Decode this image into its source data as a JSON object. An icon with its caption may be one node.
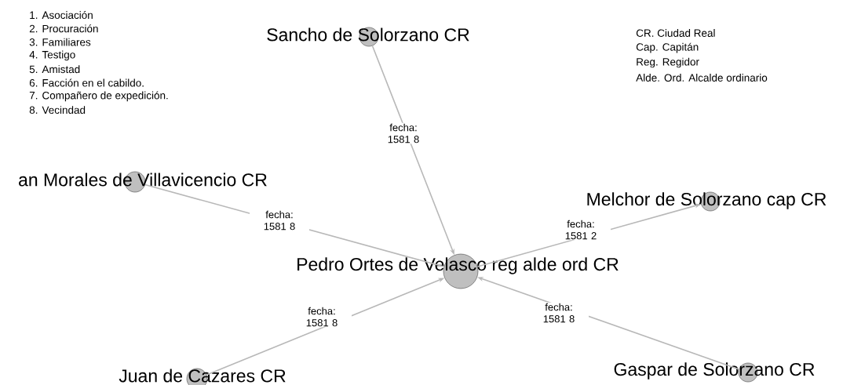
{
  "diagram": {
    "nodes": [
      {
        "text": [
          "Sancho de Solorzano CR"
        ]
      },
      {
        "text": [
          "an Morales de Villavicencio CR"
        ]
      },
      {
        "text": [
          "Melchor de Solorzano cap CR"
        ]
      },
      {
        "text": [
          "Pedro Ortes de Velasco reg alde ord CR"
        ]
      },
      {
        "text": [
          "Juan de Cazares CR"
        ]
      },
      {
        "text": [
          "Gaspar de Solorzano CR"
        ]
      }
    ],
    "edges": [
      {
        "from": 0,
        "to": 3,
        "arrow": "to",
        "label": "fecha: 1581 8"
      },
      {
        "from": 1,
        "to": 3,
        "arrow": "none",
        "label": "fecha: 1581 8"
      },
      {
        "from": 3,
        "to": 2,
        "arrow": "to",
        "label": "fecha: 1581 2"
      },
      {
        "from": 4,
        "to": 3,
        "arrow": "to",
        "label": "fecha: 1581 8"
      },
      {
        "from": 5,
        "to": 3,
        "arrow": "to",
        "label": "fecha: 1581 8"
      }
    ],
    "labels": [
      "1. Asociación",
      "2. Procuración",
      "3. Familiares",
      "4. Testigo",
      "5. Amistad",
      "6. Facción en el cabildo.",
      "7. Compañero de expedición.",
      "8. Vecindad",
      "CR. Ciudad Real",
      "Cap. Capitán",
      "Reg. Regidor",
      "Alde. Ord. Alcalde ordinario"
    ]
  }
}
